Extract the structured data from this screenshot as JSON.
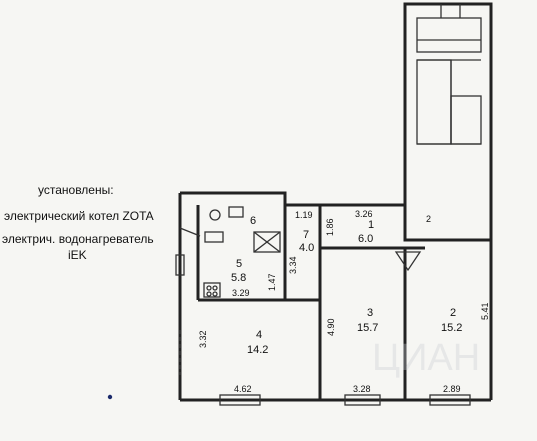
{
  "notes": {
    "title": "установлены:",
    "line1": "электрический котел ZOTA",
    "line2": "электрич. водонагреватель",
    "line3": "iEK"
  },
  "rooms": [
    {
      "num": "1",
      "area": "6.0"
    },
    {
      "num": "2",
      "area": "15.2"
    },
    {
      "num": "3",
      "area": "15.7"
    },
    {
      "num": "4",
      "area": "14.2"
    },
    {
      "num": "5",
      "area": "5.8"
    },
    {
      "num": "6",
      "area": ""
    },
    {
      "num": "7",
      "area": "4.0"
    }
  ],
  "dims": {
    "d_1_19": "1.19",
    "d_3_26": "3.26",
    "d_2": "2",
    "d_1_86": "1.86",
    "d_1_47": "1.47",
    "d_3_34": "3.34",
    "d_3_29": "3.29",
    "d_4_90": "4.90",
    "d_5_41": "5.41",
    "d_3_32": "3.32",
    "d_4_62": "4.62",
    "d_3_28": "3.28",
    "d_2_89": "2.89"
  },
  "watermark": "ЦИАН"
}
